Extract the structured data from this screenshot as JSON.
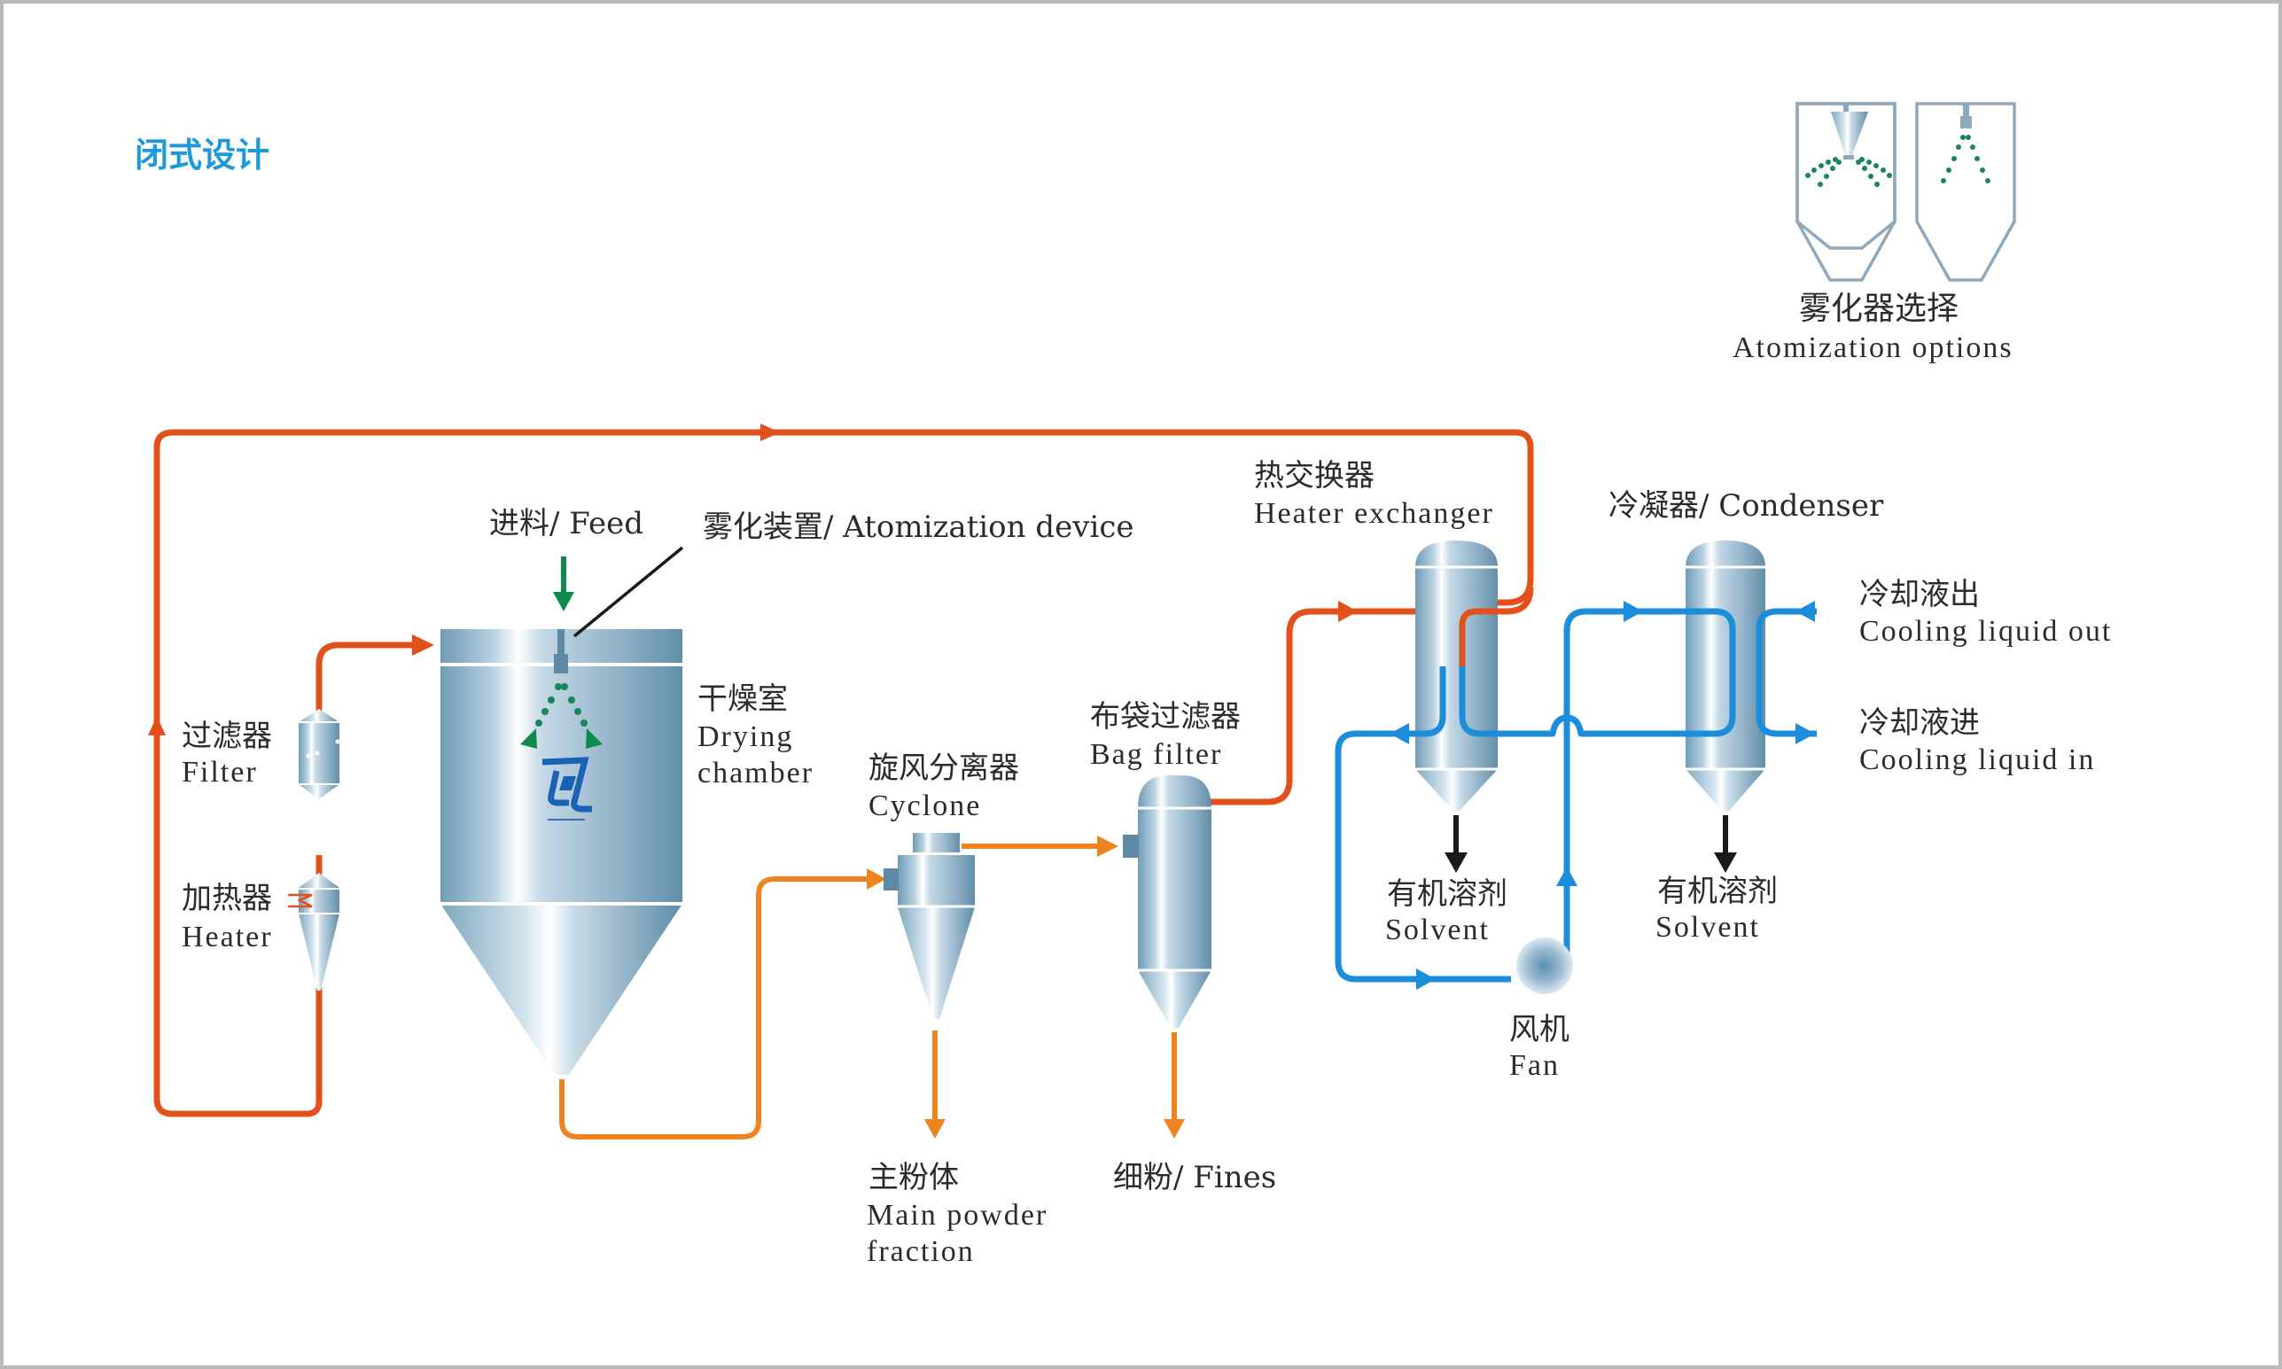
{
  "title": "闭式设计",
  "atomization_options": {
    "label_cn": "雾化器选择",
    "label_en": "Atomization options",
    "options": [
      "rotary-atomizer",
      "nozzle-atomizer"
    ]
  },
  "components": {
    "filter": {
      "cn": "过滤器",
      "en": "Filter"
    },
    "heater": {
      "cn": "加热器",
      "en": "Heater"
    },
    "feed": {
      "label": "进料/ Feed"
    },
    "atomization_device": {
      "label": "雾化装置/ Atomization device"
    },
    "drying_chamber": {
      "cn": "干燥室",
      "en1": "Drying",
      "en2": "chamber"
    },
    "cyclone": {
      "cn": "旋风分离器",
      "en": "Cyclone"
    },
    "main_powder": {
      "cn": "主粉体",
      "en1": "Main powder",
      "en2": "fraction"
    },
    "bag_filter": {
      "cn": "布袋过滤器",
      "en": "Bag filter"
    },
    "fines": {
      "label": "细粉/ Fines"
    },
    "heat_exchanger": {
      "cn": "热交换器",
      "en": "Heater exchanger"
    },
    "condenser": {
      "label": "冷凝器/ Condenser"
    },
    "solvent_1": {
      "cn": "有机溶剂",
      "en": "Solvent"
    },
    "solvent_2": {
      "cn": "有机溶剂",
      "en": "Solvent"
    },
    "fan": {
      "cn": "风机",
      "en": "Fan"
    },
    "cooling_out": {
      "cn": "冷却液出",
      "en": "Cooling liquid out"
    },
    "cooling_in": {
      "cn": "冷却液进",
      "en": "Cooling liquid in"
    }
  },
  "colors": {
    "title": "#1c9ad8",
    "hot_gas": "#e2501c",
    "product": "#ec8420",
    "cool_gas": "#1b8ddb",
    "feed": "#0e8a4a",
    "solvent": "#1a1a1a",
    "vessel": "#7aa3bd"
  }
}
